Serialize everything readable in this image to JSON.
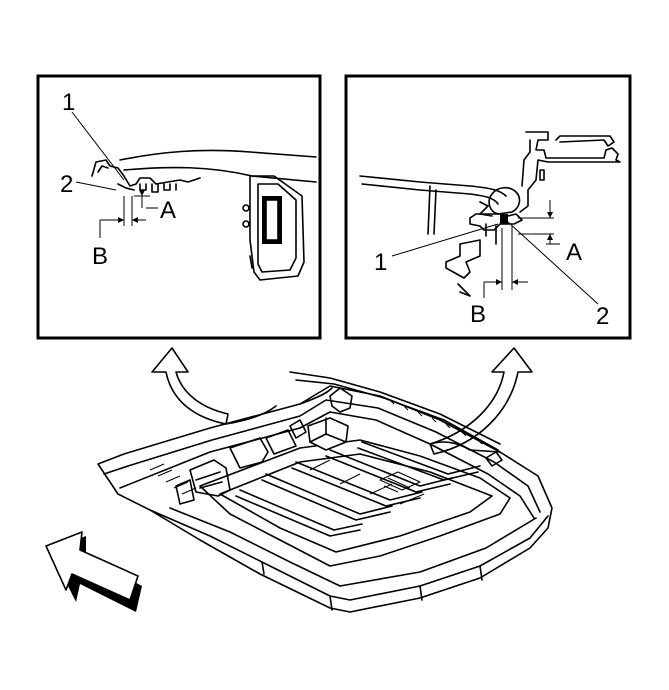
{
  "left_detail": {
    "callout_1": "1",
    "callout_2": "2",
    "label_a": "A",
    "label_b": "B"
  },
  "right_detail": {
    "callout_1": "1",
    "callout_2": "2",
    "label_a": "A",
    "label_b": "B"
  },
  "icons": {
    "detail_arrows": "curved-arrow-icon",
    "view_direction": "direction-arrow-icon"
  }
}
